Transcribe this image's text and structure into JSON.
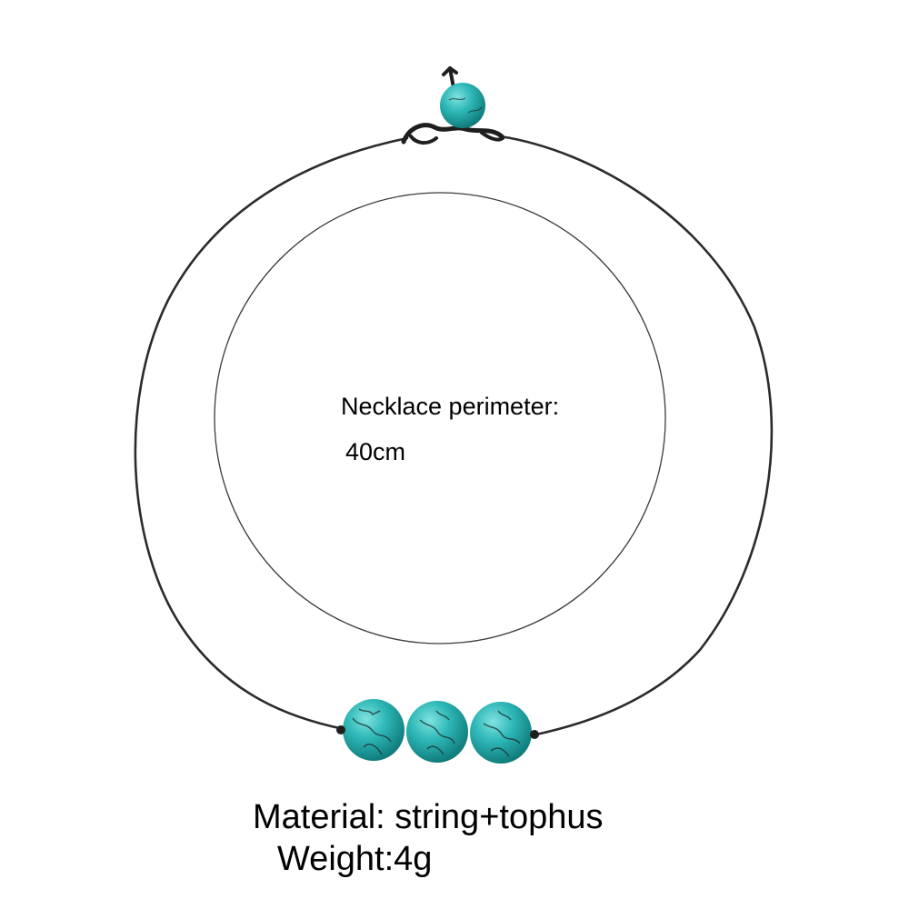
{
  "product": {
    "perimeter_label": "Necklace perimeter:",
    "perimeter_value": "40cm",
    "material": "Material: string+tophus",
    "weight": "Weight:4g"
  },
  "colors": {
    "background": "#ffffff",
    "cord": "#2b2b2b",
    "bead_light": "#5fd4d0",
    "bead_mid": "#25aeb0",
    "bead_dark": "#12807f",
    "bead_vein": "#1d2f2e",
    "guide_circle": "#3a3a3a",
    "text": "#000000"
  },
  "necklace": {
    "bead_count": 3,
    "clasp_bead_count": 1
  }
}
